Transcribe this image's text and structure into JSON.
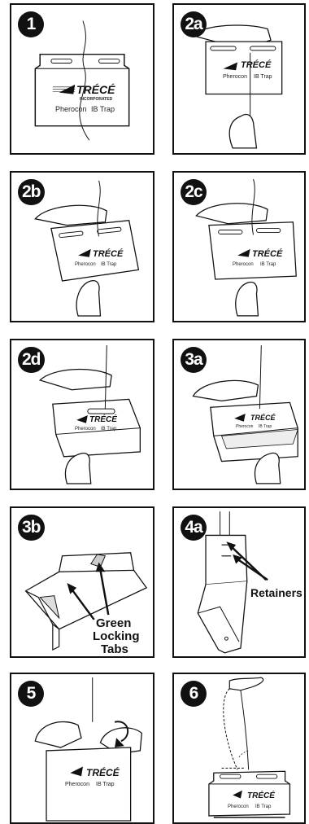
{
  "steps": [
    {
      "id": "1"
    },
    {
      "id": "2a"
    },
    {
      "id": "2b"
    },
    {
      "id": "2c"
    },
    {
      "id": "2d"
    },
    {
      "id": "3a"
    },
    {
      "id": "3b"
    },
    {
      "id": "4a"
    },
    {
      "id": "5"
    },
    {
      "id": "6"
    }
  ],
  "trap": {
    "brand": "TRÉCÉ",
    "incorporated": "INCORPORATED",
    "product": "Pherocon",
    "product_suffix": "IB Trap"
  },
  "callouts": {
    "step3b_label_line1": "Green",
    "step3b_label_line2": "Locking",
    "step3b_label_line3": "Tabs",
    "step4a_label": "Retainers"
  }
}
